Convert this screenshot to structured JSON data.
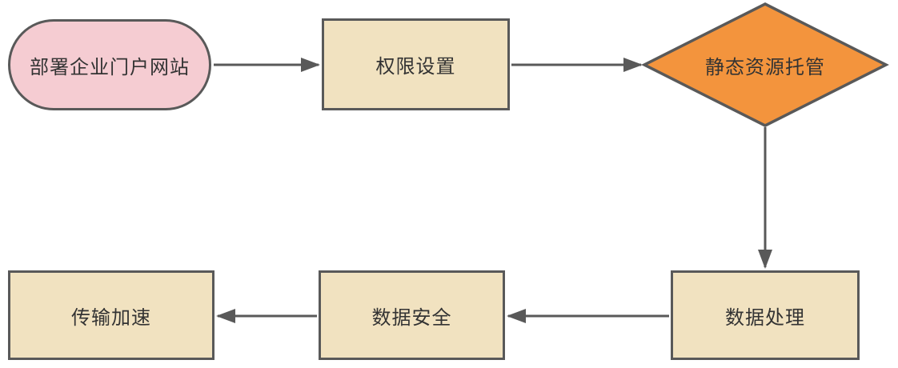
{
  "diagram": {
    "type": "flowchart",
    "colors": {
      "stadium_fill": "#f5ccd2",
      "rect_fill": "#f1e2c0",
      "diamond_fill": "#f3943d",
      "stroke": "#595959",
      "text": "#333333",
      "background": "#ffffff"
    },
    "nodes": [
      {
        "id": "deploy-portal",
        "shape": "stadium",
        "label": "部署企业门户网站"
      },
      {
        "id": "permission-settings",
        "shape": "rectangle",
        "label": "权限设置"
      },
      {
        "id": "static-resource-hosting",
        "shape": "diamond",
        "label": "静态资源托管"
      },
      {
        "id": "data-processing",
        "shape": "rectangle",
        "label": "数据处理"
      },
      {
        "id": "data-security",
        "shape": "rectangle",
        "label": "数据安全"
      },
      {
        "id": "transfer-acceleration",
        "shape": "rectangle",
        "label": "传输加速"
      }
    ],
    "edges": [
      {
        "from": "deploy-portal",
        "to": "permission-settings"
      },
      {
        "from": "permission-settings",
        "to": "static-resource-hosting"
      },
      {
        "from": "static-resource-hosting",
        "to": "data-processing"
      },
      {
        "from": "data-processing",
        "to": "data-security"
      },
      {
        "from": "data-security",
        "to": "transfer-acceleration"
      }
    ]
  }
}
